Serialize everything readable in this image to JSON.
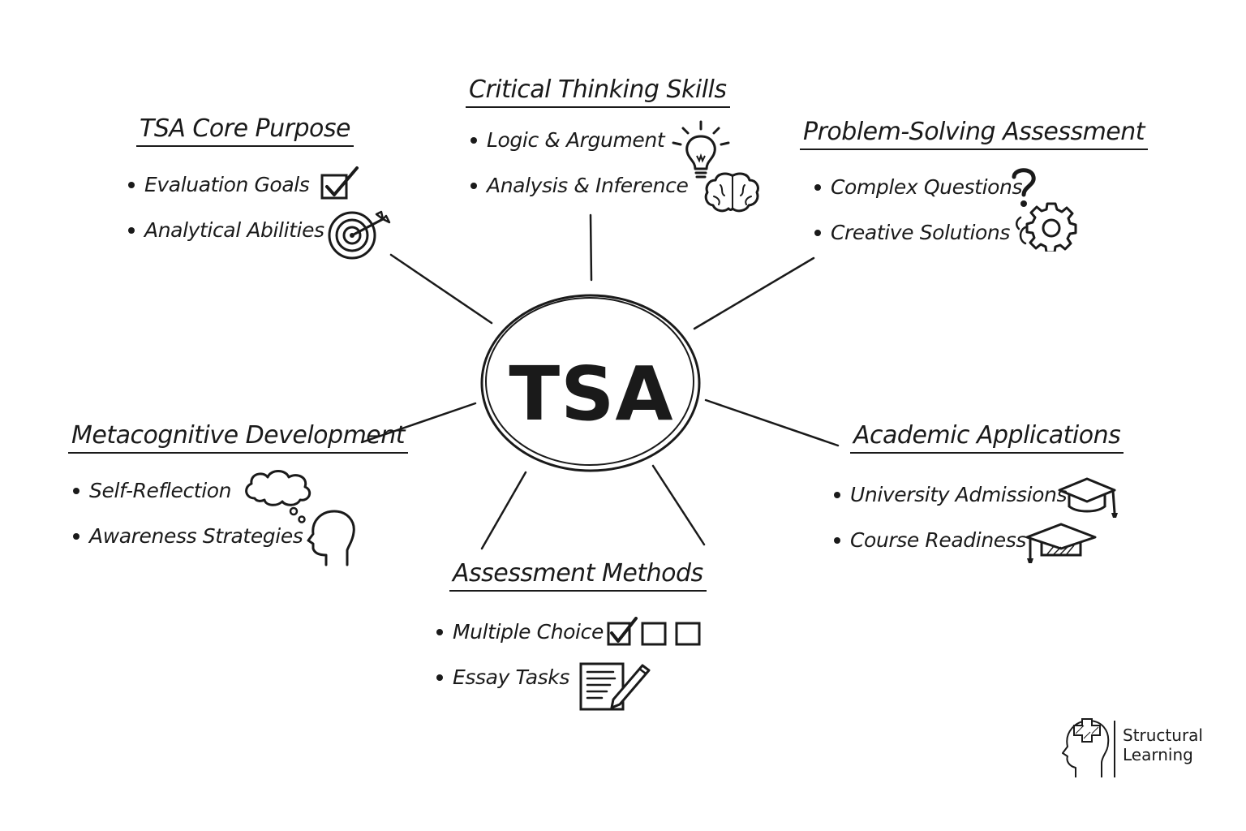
{
  "center": {
    "label": "TSA"
  },
  "branches": [
    {
      "id": "core-purpose",
      "title": "TSA Core Purpose",
      "items": [
        "Evaluation Goals",
        "Analytical Abilities"
      ],
      "icons": [
        "checkbox-checked-icon",
        "target-icon"
      ]
    },
    {
      "id": "critical-thinking",
      "title": "Critical Thinking Skills",
      "items": [
        "Logic & Argument",
        "Analysis & Inference"
      ],
      "icons": [
        "lightbulb-icon",
        "brain-icon"
      ]
    },
    {
      "id": "problem-solving",
      "title": "Problem-Solving Assessment",
      "items": [
        "Complex Questions",
        "Creative Solutions"
      ],
      "icons": [
        "question-mark-icon",
        "gear-icon"
      ]
    },
    {
      "id": "metacognitive",
      "title": "Metacognitive Development",
      "items": [
        "Self-Reflection",
        "Awareness Strategies"
      ],
      "icons": [
        "thought-bubble-icon",
        "head-profile-icon"
      ]
    },
    {
      "id": "assessment-methods",
      "title": "Assessment Methods",
      "items": [
        "Multiple Choice",
        "Essay Tasks"
      ],
      "icons": [
        "checkboxes-icon",
        "document-pencil-icon"
      ]
    },
    {
      "id": "academic-applications",
      "title": "Academic Applications",
      "items": [
        "University Admissions",
        "Course Readiness"
      ],
      "icons": [
        "graduation-cap-icon",
        "graduation-cap-icon"
      ]
    }
  ],
  "logo": {
    "line1": "Structural",
    "line2": "Learning",
    "icon": "brain-head-logo-icon"
  },
  "colors": {
    "ink": "#1a1a1a",
    "background": "#ffffff"
  }
}
